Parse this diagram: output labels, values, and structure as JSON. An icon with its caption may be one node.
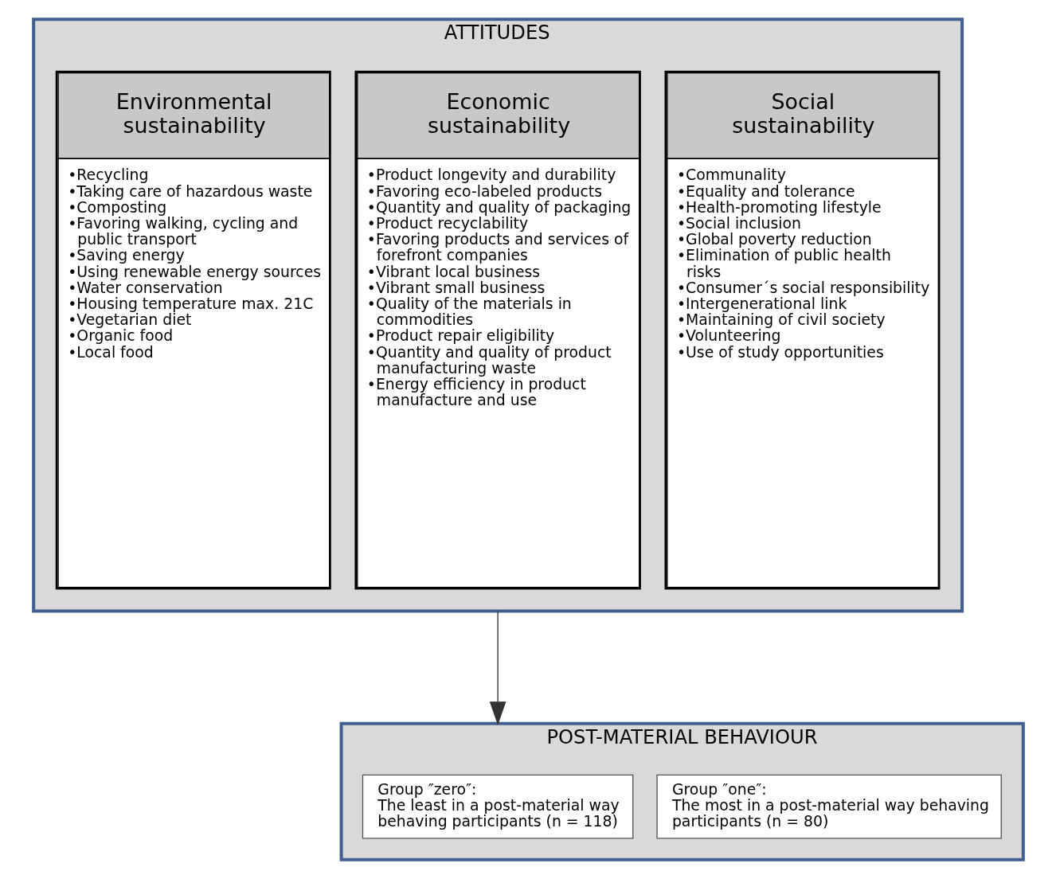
{
  "diagram": {
    "nodes": [
      {
        "text": [
          "ATTITUDES"
        ]
      },
      {
        "text": [
          "Environmental sustainability",
          "•Recycling",
          "•Taking care of hazardous waste",
          "•Composting",
          "•Favoring walking, cycling and public transport",
          "•Saving energy",
          "•Using renewable energy sources",
          "•Water conservation",
          "•Housing temperature max. 21C",
          "•Vegetarian diet",
          "•Organic food",
          "•Local food"
        ],
        "in": 0
      },
      {
        "text": [
          "Economic sustainability",
          "•Product longevity and durability",
          "•Favoring eco-labeled products",
          "•Quantity and quality of packaging",
          "•Product recyclability",
          "•Favoring products and services of forefront companies",
          "•Vibrant local business",
          "•Vibrant small business",
          "•Quality of the materials in commodities",
          "•Product repair eligibility",
          "•Quantity and quality of product manufacturing waste",
          "•Energy efficiency in product manufacture and use"
        ],
        "in": 0
      },
      {
        "text": [
          "Social sustainability",
          "•Communality",
          "•Equality and tolerance",
          "•Health-promoting lifestyle",
          "•Social inclusion",
          "•Global poverty reduction",
          "•Elimination of public health risks",
          "•Consumer´s social responsibility",
          "•Intergenerational link",
          "•Maintaining of civil society",
          "•Volunteering",
          "•Use of study opportunities"
        ],
        "in": 0
      },
      {
        "text": [
          "POST-MATERIAL BEHAVIOUR"
        ]
      },
      {
        "text": [
          "Group ″zero″:",
          "The least in a post-material way behaving participants (n = 118)"
        ],
        "in": 4
      },
      {
        "text": [
          "Group ″one″:",
          "The most in a post-material way behaving participants (n = 80)"
        ],
        "in": 4
      }
    ],
    "edges": [
      {
        "from": 0,
        "to": 4,
        "arrow": "to"
      }
    ]
  }
}
